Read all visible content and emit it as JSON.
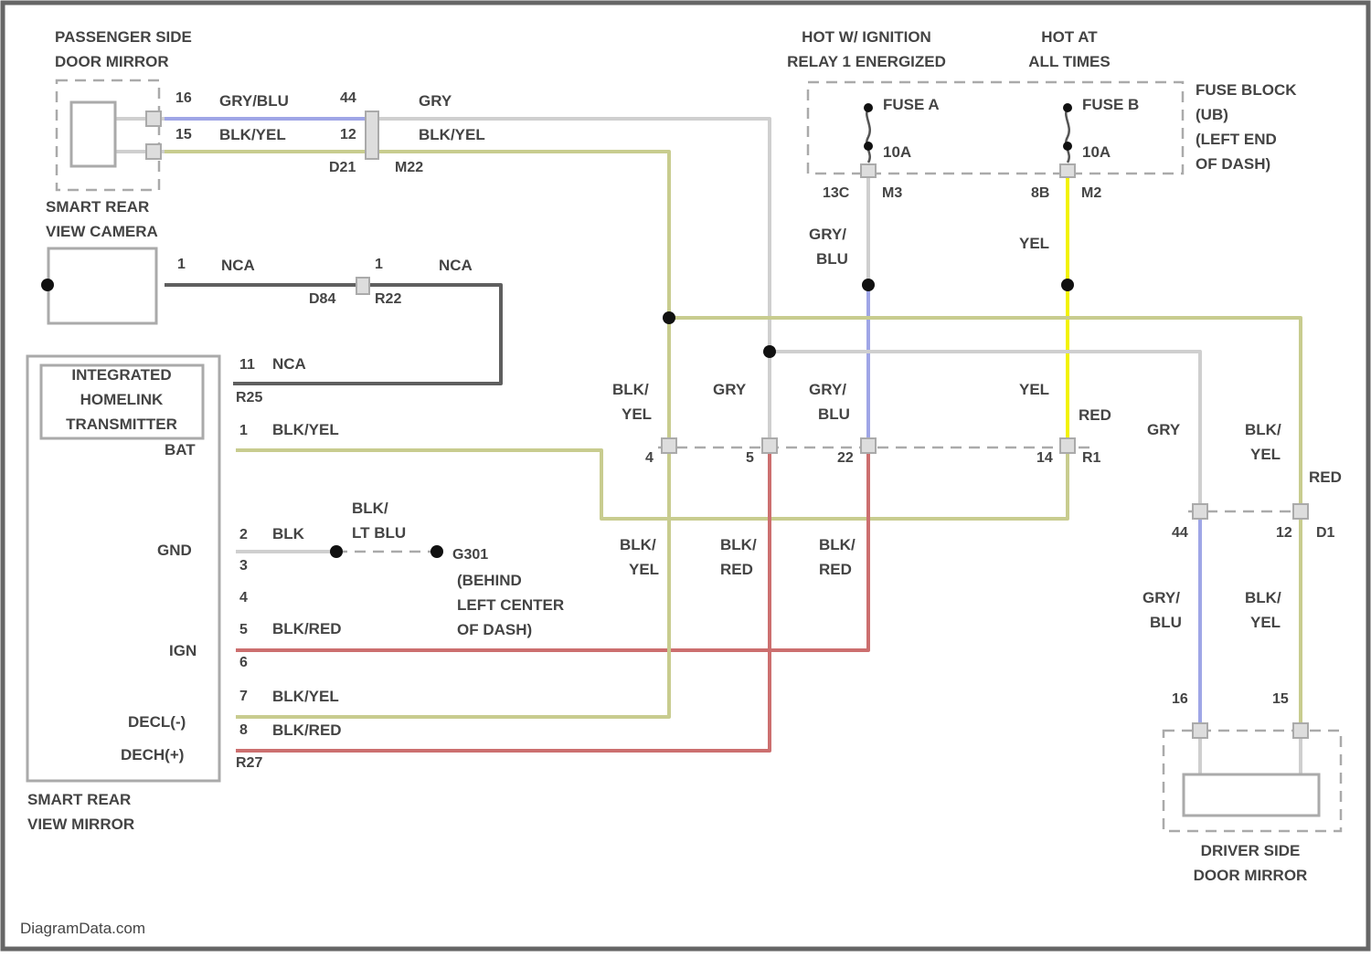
{
  "colors": {
    "grn": "#c8cc8f",
    "gry": "#cfcfcf",
    "blu": "#9fa6e6",
    "yel": "#f2f200",
    "red": "#cc6f6f",
    "dkgry": "#5f5f5f",
    "frame": "#666666",
    "box": "#aaaaaa",
    "text": "#444444"
  },
  "components": {
    "pass_mirror": [
      "PASSENGER SIDE",
      "DOOR MIRROR"
    ],
    "camera": [
      "SMART REAR",
      "VIEW CAMERA"
    ],
    "homelink": [
      "INTEGRATED",
      "HOMELINK",
      "TRANSMITTER"
    ],
    "rear_mirror": [
      "SMART REAR",
      "VIEW MIRROR"
    ],
    "hot_ign": [
      "HOT W/ IGNITION",
      "RELAY 1 ENERGIZED"
    ],
    "hot_all": [
      "HOT AT",
      "ALL TIMES"
    ],
    "fuse_block": [
      "FUSE BLOCK",
      "(UB)",
      "(LEFT END",
      "OF DASH)"
    ],
    "ground_loc": [
      "(BEHIND",
      "LEFT CENTER",
      "OF DASH)"
    ],
    "driver_mirror": [
      "DRIVER SIDE",
      "DOOR MIRROR"
    ]
  },
  "fuses": {
    "a_name": "FUSE A",
    "a_rating": "10A",
    "b_name": "FUSE B",
    "b_rating": "10A"
  },
  "pins": {
    "pm_top": "16",
    "pm_bot": "15",
    "pm_c2_top": "44",
    "pm_c2_bot": "12",
    "pm_conn_a": "D21",
    "pm_conn_b": "M22",
    "cam_pin": "1",
    "cam_inline_pin": "1",
    "cam_conn_a": "D84",
    "cam_conn_b": "R22",
    "fuse_a_pin": "13C",
    "fuse_a_conn": "M3",
    "fuse_b_pin": "8B",
    "fuse_b_conn": "M2",
    "mir_11": "11",
    "mir_conn": "R25",
    "mir_1": "1",
    "mir_2": "2",
    "mir_3": "3",
    "mir_4": "4",
    "mir_5": "5",
    "mir_6": "6",
    "mir_7": "7",
    "mir_8": "8",
    "mir_bot_conn": "R27",
    "bus_4": "4",
    "bus_5": "5",
    "bus_22": "22",
    "bus_14": "14",
    "bus_conn": "R1",
    "drv_44": "44",
    "drv_12": "12",
    "drv_conn": "D1",
    "drv_16": "16",
    "drv_15": "15",
    "ground_id": "G301"
  },
  "pin_labels": {
    "bat": "BAT",
    "gnd": "GND",
    "ign": "IGN",
    "dec_low": "DECL(-)",
    "dec_high": "DECH(+)"
  },
  "wires": {
    "pm_top": "GRY/BLU",
    "pm_bot": "BLK/YEL",
    "pm_out_top": "GRY",
    "pm_out_bot": "BLK/YEL",
    "cam_a": "NCA",
    "cam_b": "NCA",
    "mir_11": "NCA",
    "mir_1": "BLK/YEL",
    "mir_2": "BLK",
    "gnd_color": [
      "BLK/",
      "LT BLU"
    ],
    "mir_5": "BLK/RED",
    "mir_7": "BLK/YEL",
    "mir_8": "BLK/RED",
    "fuse_a_out": [
      "GRY/",
      "BLU"
    ],
    "fuse_b_out": "YEL",
    "bus_a": [
      "BLK/",
      "YEL"
    ],
    "bus_b": "GRY",
    "bus_c": [
      "GRY/",
      "BLU"
    ],
    "bus_d": "YEL",
    "bus_d2": "RED",
    "low_a": [
      "BLK/",
      "YEL"
    ],
    "low_b": [
      "BLK/",
      "RED"
    ],
    "low_c": [
      "BLK/",
      "RED"
    ],
    "drv_gry": "GRY",
    "drv_blkyel": [
      "BLK/",
      "YEL"
    ],
    "drv_red": "RED",
    "drv_low_a": [
      "GRY/",
      "BLU"
    ],
    "drv_low_b": [
      "BLK/",
      "YEL"
    ]
  },
  "footer": "DiagramData.com"
}
